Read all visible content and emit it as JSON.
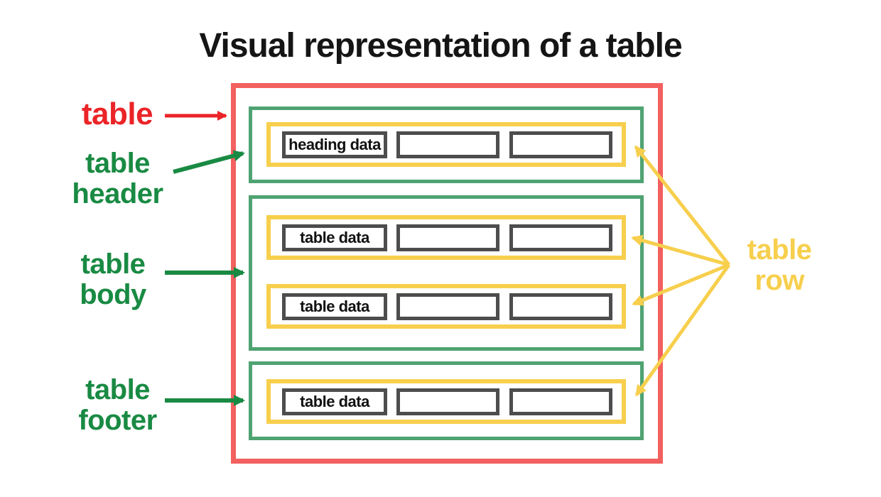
{
  "title": "Visual representation of a table",
  "labels": {
    "table": "table",
    "table_header": [
      "table",
      "header"
    ],
    "table_body": [
      "table",
      "body"
    ],
    "table_footer": [
      "table",
      "footer"
    ],
    "table_row": [
      "table",
      "row"
    ]
  },
  "diagram": {
    "sections": [
      {
        "name": "table header",
        "rows": [
          {
            "cells": [
              "heading data",
              "",
              ""
            ]
          }
        ]
      },
      {
        "name": "table body",
        "rows": [
          {
            "cells": [
              "table data",
              "",
              ""
            ]
          },
          {
            "cells": [
              "table data",
              "",
              ""
            ]
          }
        ]
      },
      {
        "name": "table footer",
        "rows": [
          {
            "cells": [
              "table data",
              "",
              ""
            ]
          }
        ]
      }
    ]
  },
  "colors": {
    "red_border": "#F2605F",
    "red_label": "#EB2428",
    "green_border": "#4FA372",
    "green_label": "#198A43",
    "yellow": "#F7CF4D",
    "cell_border": "#4D4D4D",
    "title_text": "#151515"
  }
}
